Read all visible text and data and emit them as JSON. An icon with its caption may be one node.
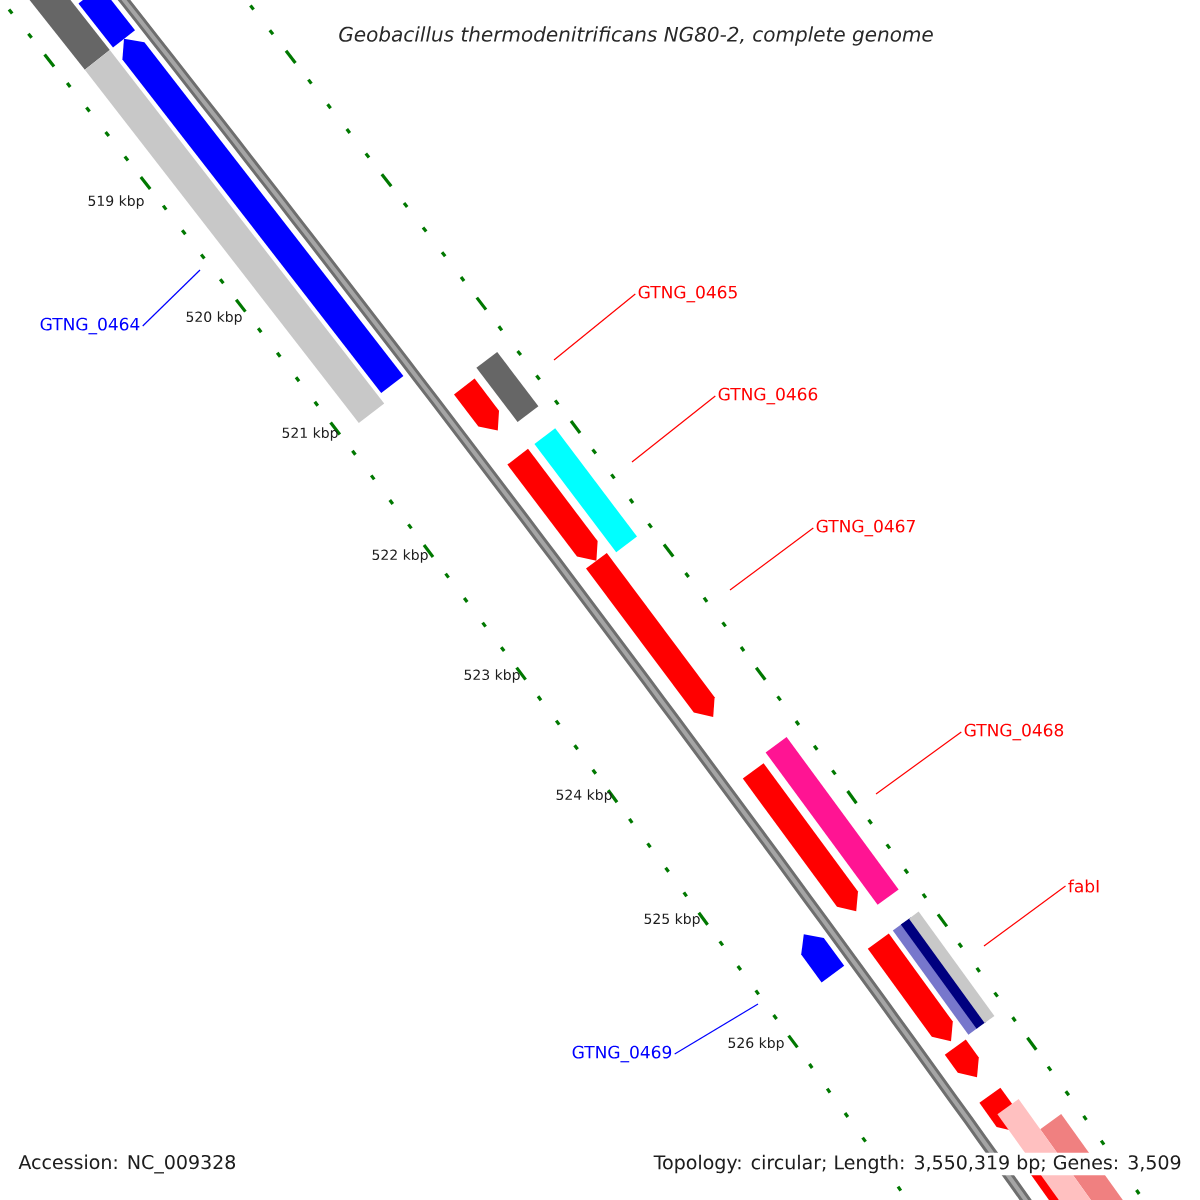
{
  "diagram": {
    "title": "Geobacillus thermodenitrificans NG80-2, complete genome",
    "nodes": [
      {
        "text": [
          "GTNG_0464"
        ]
      },
      {
        "text": [
          "GTNG_0465"
        ]
      },
      {
        "text": [
          "GTNG_0466"
        ]
      },
      {
        "text": [
          "GTNG_0467"
        ]
      },
      {
        "text": [
          "GTNG_0468"
        ]
      },
      {
        "text": [
          "fabI"
        ]
      },
      {
        "text": [
          "GTNG_0469"
        ]
      }
    ],
    "edges": [
      {
        "from": 0,
        "to": null,
        "arrow": "none",
        "color": "#0000ff"
      },
      {
        "from": 1,
        "to": null,
        "arrow": "none"
      },
      {
        "from": 2,
        "to": null,
        "arrow": "none"
      },
      {
        "from": 3,
        "to": null,
        "arrow": "none"
      },
      {
        "from": 4,
        "to": null,
        "arrow": "none"
      },
      {
        "from": 5,
        "to": null,
        "arrow": "none"
      },
      {
        "from": 6,
        "to": null,
        "arrow": "none",
        "color": "#0000ff"
      }
    ],
    "labels": [
      "519 kbp",
      "520 kbp",
      "521 kbp",
      "522 kbp",
      "523 kbp",
      "524 kbp",
      "525 kbp",
      "526 kbp",
      "Accession: NC_009328",
      "Topology: circular; Length: 3,550,319 bp; Genes: 3,509"
    ]
  }
}
